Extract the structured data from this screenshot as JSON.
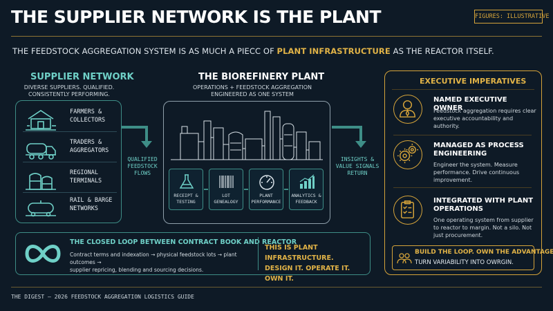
{
  "header": {
    "title": "THE SUPPLIER NETWORK IS THE PLANT",
    "badge": "FIGURES: ILLUSTRATIVE",
    "subtitle_pre": "THE FEEDSTOCK AGGREGATION SYSTEM IS AS MUCH A PIECC OF ",
    "subtitle_hl": "PLANT INFRASTRUCTURE",
    "subtitle_post": " AS THE REACTOR ITSELF."
  },
  "supplier": {
    "title": "SUPPLIER NETWORK",
    "subtitle": "DIVERSE SUPPLIERS. QUALIFIED. CONSISTENTLY PERFORMING.",
    "items": [
      {
        "label": "FARMERS &\nCOLLECTORS",
        "icon": "barn-icon"
      },
      {
        "label": "TRADERS &\nAGGREGATORS",
        "icon": "tanker-truck-icon"
      },
      {
        "label": "REGIONAL\nTERMINALS",
        "icon": "storage-tank-icon"
      },
      {
        "label": "RAIL & BARGE\nNETWORKS",
        "icon": "rail-car-icon"
      }
    ]
  },
  "flows": {
    "left": "QUALIFIED\nFEEDSTOCK\nFLOWS",
    "right": "INSIGHTS &\nVALUE SIGNALS\nRETURN"
  },
  "plant": {
    "title": "THE BIOREFINERY PLANT",
    "subtitle": "OPERATIONS + FEEDSTOCK AGGREGATION\nENGINEERED AS ONE SYSTEM",
    "steps": [
      {
        "label": "RECEIPT &\nTESTING",
        "icon": "flask-icon"
      },
      {
        "label": "LOT\nGENEALOGY",
        "icon": "barcode-icon"
      },
      {
        "label": "PLANT\nPERFORMANCE",
        "icon": "gauge-icon"
      },
      {
        "label": "ANALYTICS &\nFEEDBACK",
        "icon": "bar-chart-icon"
      }
    ]
  },
  "executive": {
    "title": "EXECUTIVE IMPERATIVES",
    "items": [
      {
        "heading": "NAMED EXECUTIVE OWNER",
        "body": "Feedstock aggregation requires clear executive accountability and authority.",
        "icon": "person-icon"
      },
      {
        "heading": "MANAGED AS PROCESS ENGINEERING",
        "body": "Engineer the system. Measure performance. Drive continuous improvement.",
        "icon": "gears-icon"
      },
      {
        "heading": "INTEGRATED WITH PLANT OPERATIONS",
        "body": "One operating system from supplier to reactor to margin. Not a silo. Not just procurement.",
        "icon": "clipboard-icon"
      }
    ],
    "cta_line1": "BUILD THE LOOP. OWN THE ADVANTAGE.",
    "cta_line2": "TURN VARIABILITY INTO OWRGIN."
  },
  "loop": {
    "title": "THE CLOSED LOOP BETWEEN CONTRACT BOOK AND REACTOR",
    "body": "Contract terms and indexation → physical feedstock lots → plant outcomes →\nsupplier repricing, blending and sourcing decisions.",
    "statement": "THIS IS PLANT INFRASTRUCTURE.\nDESIGN IT. OPERATE IT. OWN IT."
  },
  "footer": "THE DIGEST — 2026 FEEDSTOCK AGGREGATION LOGISTICS GUIDE",
  "colors": {
    "background": "#0e1a26",
    "teal": "#6fd0c7",
    "gold": "#d6a43a",
    "white": "#ffffff"
  }
}
